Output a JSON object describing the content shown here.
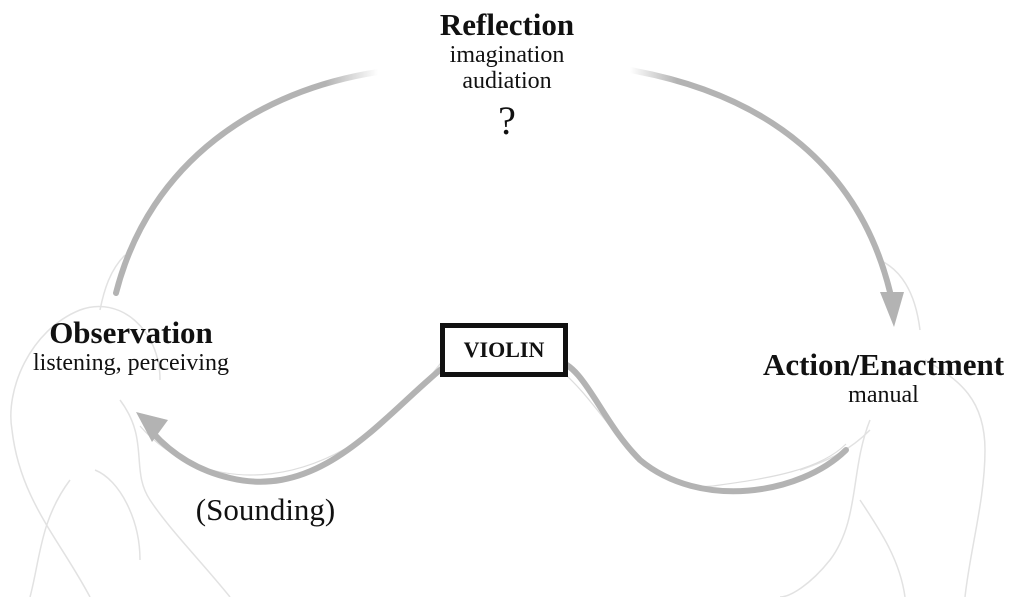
{
  "nodes": {
    "reflection": {
      "title": "Reflection",
      "line1": "imagination",
      "line2": "audiation",
      "mark": "?"
    },
    "observation": {
      "title": "Observation",
      "line1": "listening, perceiving"
    },
    "action": {
      "title": "Action/Enactment",
      "line1": "manual"
    },
    "center": {
      "label": "VIOLIN"
    },
    "sound": {
      "label": "(Sounding)"
    }
  },
  "colors": {
    "arrow": "#b3b3b3",
    "figure_outline": "#e2e2e2",
    "text": "#111111",
    "box_border": "#111111"
  }
}
